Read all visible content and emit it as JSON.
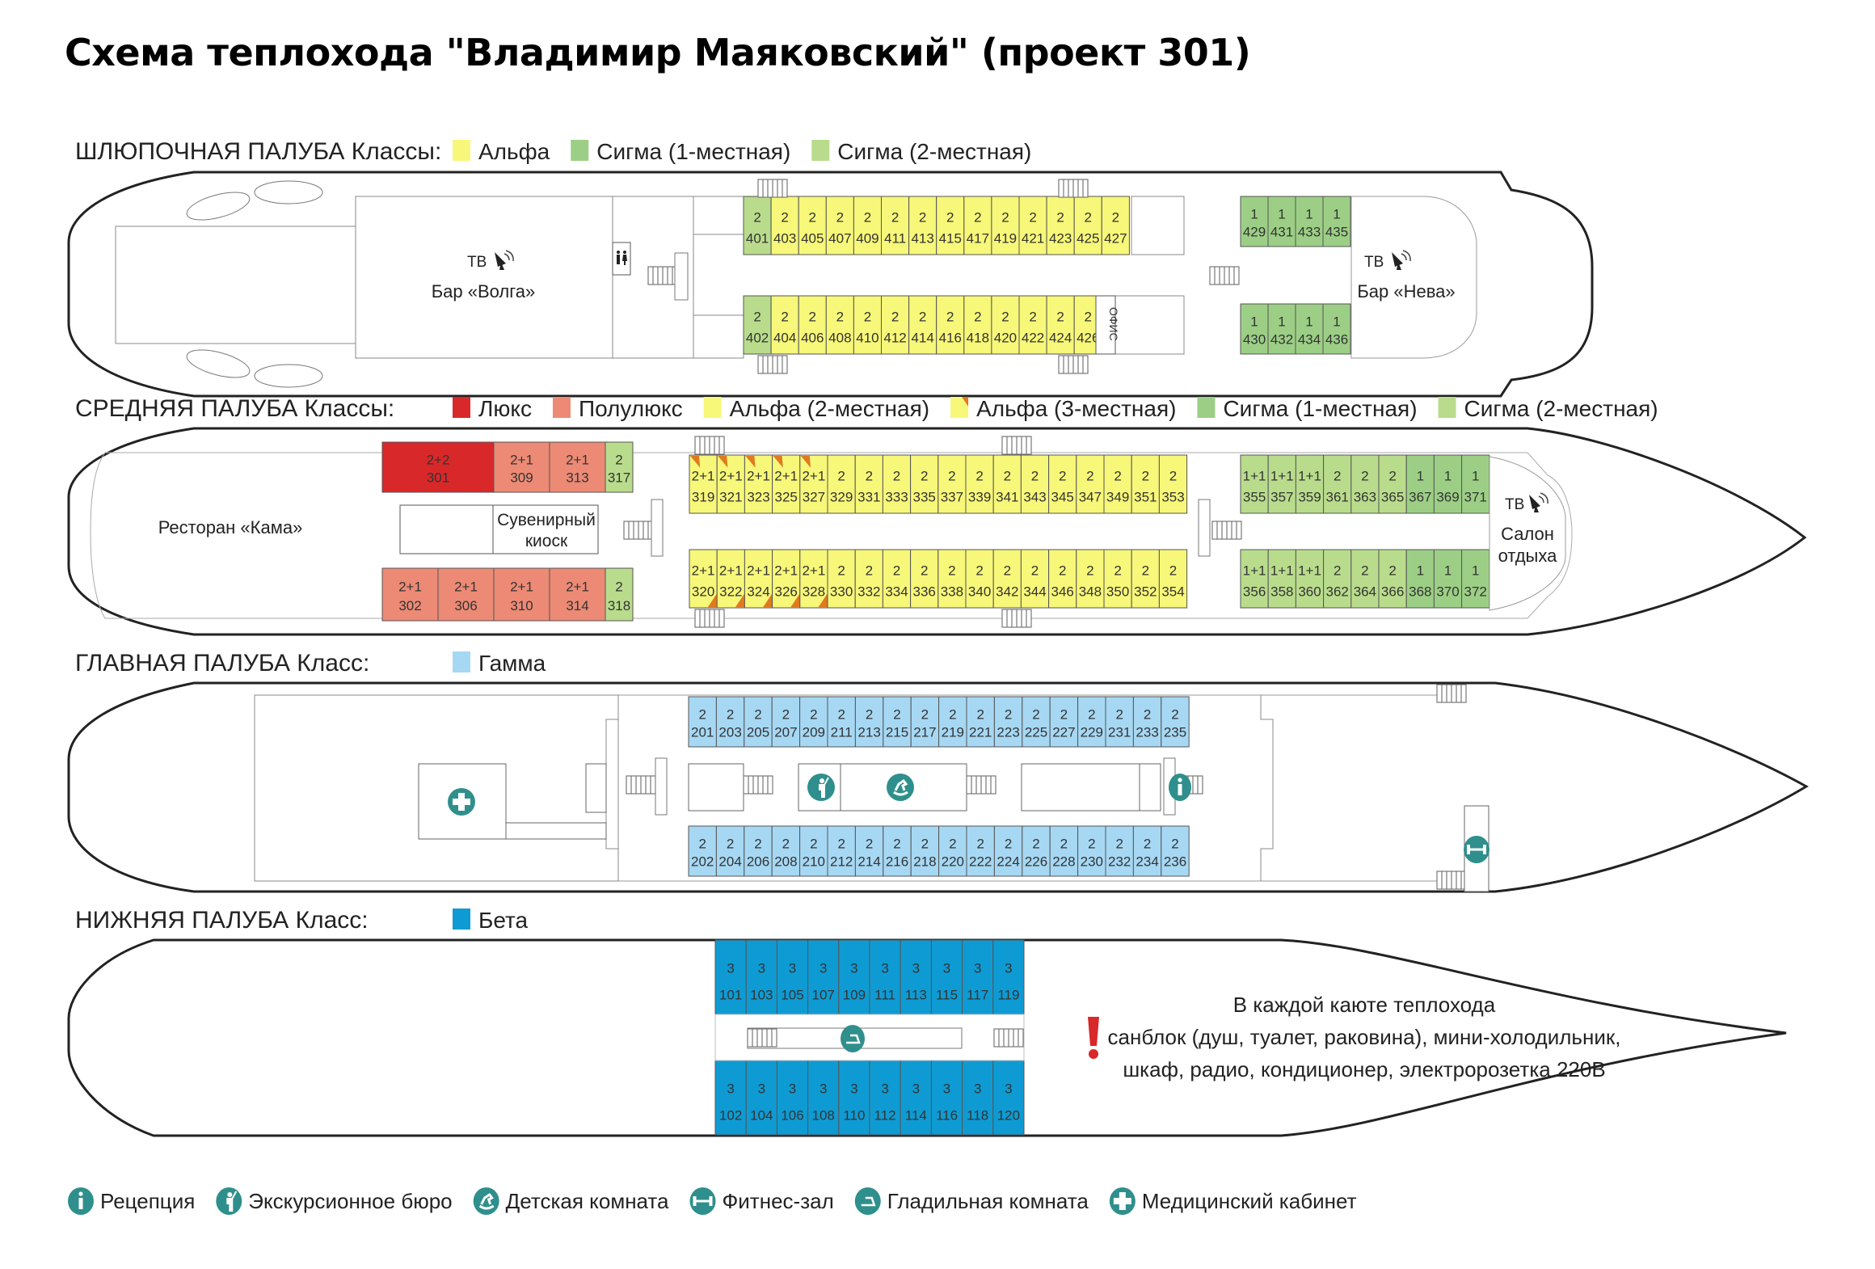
{
  "title": "Схема теплохода \"Владимир Маяковский\" (проект 301)",
  "colors": {
    "alfa": "#f7f779",
    "alfa3_corner": "#e07a1f",
    "sigma1": "#9ccf85",
    "sigma2": "#b9dc8c",
    "lux": "#d9282a",
    "semilux": "#ec8a75",
    "gamma": "#a6d8f4",
    "beta": "#0e9bd3",
    "icon": "#2f8f8c",
    "warning": "#d9282a"
  },
  "decks": {
    "boat": {
      "name": "ШЛЮПОЧНАЯ ПАЛУБА Классы:",
      "legend": [
        {
          "label": "Альфа",
          "color": "alfa"
        },
        {
          "label": "Сигма (1-местная)",
          "color": "sigma1"
        },
        {
          "label": "Сигма (2-местная)",
          "color": "sigma2"
        }
      ],
      "rooms": {
        "bar_volga": "Бар «Волга»",
        "bar_neva": "Бар «Нева»",
        "tv": "ТВ",
        "office": "ОФИС"
      },
      "top_row": [
        {
          "n": "401",
          "b": "2",
          "c": "sigma2"
        },
        {
          "n": "403",
          "b": "2",
          "c": "alfa"
        },
        {
          "n": "405",
          "b": "2",
          "c": "alfa"
        },
        {
          "n": "407",
          "b": "2",
          "c": "alfa"
        },
        {
          "n": "409",
          "b": "2",
          "c": "alfa"
        },
        {
          "n": "411",
          "b": "2",
          "c": "alfa"
        },
        {
          "n": "413",
          "b": "2",
          "c": "alfa"
        },
        {
          "n": "415",
          "b": "2",
          "c": "alfa"
        },
        {
          "n": "417",
          "b": "2",
          "c": "alfa"
        },
        {
          "n": "419",
          "b": "2",
          "c": "alfa"
        },
        {
          "n": "421",
          "b": "2",
          "c": "alfa"
        },
        {
          "n": "423",
          "b": "2",
          "c": "alfa"
        },
        {
          "n": "425",
          "b": "2",
          "c": "alfa"
        },
        {
          "n": "427",
          "b": "2",
          "c": "alfa"
        }
      ],
      "bottom_row": [
        {
          "n": "402",
          "b": "2",
          "c": "sigma2"
        },
        {
          "n": "404",
          "b": "2",
          "c": "alfa"
        },
        {
          "n": "406",
          "b": "2",
          "c": "alfa"
        },
        {
          "n": "408",
          "b": "2",
          "c": "alfa"
        },
        {
          "n": "410",
          "b": "2",
          "c": "alfa"
        },
        {
          "n": "412",
          "b": "2",
          "c": "alfa"
        },
        {
          "n": "414",
          "b": "2",
          "c": "alfa"
        },
        {
          "n": "416",
          "b": "2",
          "c": "alfa"
        },
        {
          "n": "418",
          "b": "2",
          "c": "alfa"
        },
        {
          "n": "420",
          "b": "2",
          "c": "alfa"
        },
        {
          "n": "422",
          "b": "2",
          "c": "alfa"
        },
        {
          "n": "424",
          "b": "2",
          "c": "alfa"
        },
        {
          "n": "426",
          "b": "2",
          "c": "alfa"
        }
      ],
      "fore_top": [
        {
          "n": "429",
          "b": "1",
          "c": "sigma1"
        },
        {
          "n": "431",
          "b": "1",
          "c": "sigma1"
        },
        {
          "n": "433",
          "b": "1",
          "c": "sigma1"
        },
        {
          "n": "435",
          "b": "1",
          "c": "sigma1"
        }
      ],
      "fore_bottom": [
        {
          "n": "430",
          "b": "1",
          "c": "sigma1"
        },
        {
          "n": "432",
          "b": "1",
          "c": "sigma1"
        },
        {
          "n": "434",
          "b": "1",
          "c": "sigma1"
        },
        {
          "n": "436",
          "b": "1",
          "c": "sigma1"
        }
      ]
    },
    "middle": {
      "name": "СРЕДНЯЯ ПАЛУБА  Классы:",
      "legend": [
        {
          "label": "Люкс",
          "color": "lux"
        },
        {
          "label": "Полулюкс",
          "color": "semilux"
        },
        {
          "label": "Альфа (2-местная)",
          "color": "alfa"
        },
        {
          "label": "Альфа (3-местная)",
          "color": "alfa3"
        },
        {
          "label": "Сигма (1-местная)",
          "color": "sigma1"
        },
        {
          "label": "Сигма (2-местная)",
          "color": "sigma2"
        }
      ],
      "rooms": {
        "restaurant": "Ресторан «Кама»",
        "kiosk_line1": "Сувенирный",
        "kiosk_line2": "киоск",
        "salon_line1": "Салон",
        "salon_line2": "отдыха",
        "tv": "ТВ"
      },
      "aft_top": [
        {
          "n": "301",
          "b": "2+2",
          "c": "lux"
        },
        {
          "n": "309",
          "b": "2+1",
          "c": "semilux"
        },
        {
          "n": "313",
          "b": "2+1",
          "c": "semilux"
        },
        {
          "n": "317",
          "b": "2",
          "c": "sigma2"
        }
      ],
      "aft_bottom": [
        {
          "n": "302",
          "b": "2+1",
          "c": "semilux"
        },
        {
          "n": "306",
          "b": "2+1",
          "c": "semilux"
        },
        {
          "n": "310",
          "b": "2+1",
          "c": "semilux"
        },
        {
          "n": "314",
          "b": "2+1",
          "c": "semilux"
        },
        {
          "n": "318",
          "b": "2",
          "c": "sigma2"
        }
      ],
      "top_row": [
        {
          "n": "319",
          "b": "2+1",
          "c": "alfa3"
        },
        {
          "n": "321",
          "b": "2+1",
          "c": "alfa3"
        },
        {
          "n": "323",
          "b": "2+1",
          "c": "alfa3"
        },
        {
          "n": "325",
          "b": "2+1",
          "c": "alfa3"
        },
        {
          "n": "327",
          "b": "2+1",
          "c": "alfa3"
        },
        {
          "n": "329",
          "b": "2",
          "c": "alfa"
        },
        {
          "n": "331",
          "b": "2",
          "c": "alfa"
        },
        {
          "n": "333",
          "b": "2",
          "c": "alfa"
        },
        {
          "n": "335",
          "b": "2",
          "c": "alfa"
        },
        {
          "n": "337",
          "b": "2",
          "c": "alfa"
        },
        {
          "n": "339",
          "b": "2",
          "c": "alfa"
        },
        {
          "n": "341",
          "b": "2",
          "c": "alfa"
        },
        {
          "n": "343",
          "b": "2",
          "c": "alfa"
        },
        {
          "n": "345",
          "b": "2",
          "c": "alfa"
        },
        {
          "n": "347",
          "b": "2",
          "c": "alfa"
        },
        {
          "n": "349",
          "b": "2",
          "c": "alfa"
        },
        {
          "n": "351",
          "b": "2",
          "c": "alfa"
        },
        {
          "n": "353",
          "b": "2",
          "c": "alfa"
        }
      ],
      "bottom_row": [
        {
          "n": "320",
          "b": "2+1",
          "c": "alfa3"
        },
        {
          "n": "322",
          "b": "2+1",
          "c": "alfa3"
        },
        {
          "n": "324",
          "b": "2+1",
          "c": "alfa3"
        },
        {
          "n": "326",
          "b": "2+1",
          "c": "alfa3"
        },
        {
          "n": "328",
          "b": "2+1",
          "c": "alfa3"
        },
        {
          "n": "330",
          "b": "2",
          "c": "alfa"
        },
        {
          "n": "332",
          "b": "2",
          "c": "alfa"
        },
        {
          "n": "334",
          "b": "2",
          "c": "alfa"
        },
        {
          "n": "336",
          "b": "2",
          "c": "alfa"
        },
        {
          "n": "338",
          "b": "2",
          "c": "alfa"
        },
        {
          "n": "340",
          "b": "2",
          "c": "alfa"
        },
        {
          "n": "342",
          "b": "2",
          "c": "alfa"
        },
        {
          "n": "344",
          "b": "2",
          "c": "alfa"
        },
        {
          "n": "346",
          "b": "2",
          "c": "alfa"
        },
        {
          "n": "348",
          "b": "2",
          "c": "alfa"
        },
        {
          "n": "350",
          "b": "2",
          "c": "alfa"
        },
        {
          "n": "352",
          "b": "2",
          "c": "alfa"
        },
        {
          "n": "354",
          "b": "2",
          "c": "alfa"
        }
      ],
      "fore_top": [
        {
          "n": "355",
          "b": "1+1",
          "c": "sigma2"
        },
        {
          "n": "357",
          "b": "1+1",
          "c": "sigma2"
        },
        {
          "n": "359",
          "b": "1+1",
          "c": "sigma2"
        },
        {
          "n": "361",
          "b": "2",
          "c": "sigma2"
        },
        {
          "n": "363",
          "b": "2",
          "c": "sigma2"
        },
        {
          "n": "365",
          "b": "2",
          "c": "sigma2"
        },
        {
          "n": "367",
          "b": "1",
          "c": "sigma1"
        },
        {
          "n": "369",
          "b": "1",
          "c": "sigma1"
        },
        {
          "n": "371",
          "b": "1",
          "c": "sigma1"
        }
      ],
      "fore_bottom": [
        {
          "n": "356",
          "b": "1+1",
          "c": "sigma2"
        },
        {
          "n": "358",
          "b": "1+1",
          "c": "sigma2"
        },
        {
          "n": "360",
          "b": "1+1",
          "c": "sigma2"
        },
        {
          "n": "362",
          "b": "2",
          "c": "sigma2"
        },
        {
          "n": "364",
          "b": "2",
          "c": "sigma2"
        },
        {
          "n": "366",
          "b": "2",
          "c": "sigma2"
        },
        {
          "n": "368",
          "b": "1",
          "c": "sigma1"
        },
        {
          "n": "370",
          "b": "1",
          "c": "sigma1"
        },
        {
          "n": "372",
          "b": "1",
          "c": "sigma1"
        }
      ]
    },
    "main": {
      "name": "ГЛАВНАЯ ПАЛУБА Класс:",
      "legend": [
        {
          "label": "Гамма",
          "color": "gamma"
        }
      ],
      "top_row": [
        {
          "n": "201",
          "b": "2"
        },
        {
          "n": "203",
          "b": "2"
        },
        {
          "n": "205",
          "b": "2"
        },
        {
          "n": "207",
          "b": "2"
        },
        {
          "n": "209",
          "b": "2"
        },
        {
          "n": "211",
          "b": "2"
        },
        {
          "n": "213",
          "b": "2"
        },
        {
          "n": "215",
          "b": "2"
        },
        {
          "n": "217",
          "b": "2"
        },
        {
          "n": "219",
          "b": "2"
        },
        {
          "n": "221",
          "b": "2"
        },
        {
          "n": "223",
          "b": "2"
        },
        {
          "n": "225",
          "b": "2"
        },
        {
          "n": "227",
          "b": "2"
        },
        {
          "n": "229",
          "b": "2"
        },
        {
          "n": "231",
          "b": "2"
        },
        {
          "n": "233",
          "b": "2"
        },
        {
          "n": "235",
          "b": "2"
        }
      ],
      "bottom_row": [
        {
          "n": "202",
          "b": "2"
        },
        {
          "n": "204",
          "b": "2"
        },
        {
          "n": "206",
          "b": "2"
        },
        {
          "n": "208",
          "b": "2"
        },
        {
          "n": "210",
          "b": "2"
        },
        {
          "n": "212",
          "b": "2"
        },
        {
          "n": "214",
          "b": "2"
        },
        {
          "n": "216",
          "b": "2"
        },
        {
          "n": "218",
          "b": "2"
        },
        {
          "n": "220",
          "b": "2"
        },
        {
          "n": "222",
          "b": "2"
        },
        {
          "n": "224",
          "b": "2"
        },
        {
          "n": "226",
          "b": "2"
        },
        {
          "n": "228",
          "b": "2"
        },
        {
          "n": "230",
          "b": "2"
        },
        {
          "n": "232",
          "b": "2"
        },
        {
          "n": "234",
          "b": "2"
        },
        {
          "n": "236",
          "b": "2"
        }
      ]
    },
    "lower": {
      "name": "НИЖНЯЯ ПАЛУБА Класс:",
      "legend": [
        {
          "label": "Бета",
          "color": "beta"
        }
      ],
      "top_row": [
        {
          "n": "101",
          "b": "3"
        },
        {
          "n": "103",
          "b": "3"
        },
        {
          "n": "105",
          "b": "3"
        },
        {
          "n": "107",
          "b": "3"
        },
        {
          "n": "109",
          "b": "3"
        },
        {
          "n": "111",
          "b": "3"
        },
        {
          "n": "113",
          "b": "3"
        },
        {
          "n": "115",
          "b": "3"
        },
        {
          "n": "117",
          "b": "3"
        },
        {
          "n": "119",
          "b": "3"
        }
      ],
      "bottom_row": [
        {
          "n": "102",
          "b": "3"
        },
        {
          "n": "104",
          "b": "3"
        },
        {
          "n": "106",
          "b": "3"
        },
        {
          "n": "108",
          "b": "3"
        },
        {
          "n": "110",
          "b": "3"
        },
        {
          "n": "112",
          "b": "3"
        },
        {
          "n": "114",
          "b": "3"
        },
        {
          "n": "116",
          "b": "3"
        },
        {
          "n": "118",
          "b": "3"
        },
        {
          "n": "120",
          "b": "3"
        }
      ],
      "note": {
        "line1": "В каждой каюте теплохода",
        "line2": "санблок (душ, туалет, раковина), мини-холодильник,",
        "line3": "шкаф, радио, кондиционер, электророзетка 220В"
      }
    }
  },
  "amenity_legend": [
    {
      "icon": "reception-icon",
      "label": "Рецепция"
    },
    {
      "icon": "excursion-desk-icon",
      "label": "Экскурсионное бюро"
    },
    {
      "icon": "kids-room-icon",
      "label": "Детская комната"
    },
    {
      "icon": "fitness-icon",
      "label": "Фитнес-зал"
    },
    {
      "icon": "ironing-room-icon",
      "label": "Гладильная комната"
    },
    {
      "icon": "medical-icon",
      "label": "Медицинский кабинет"
    }
  ]
}
